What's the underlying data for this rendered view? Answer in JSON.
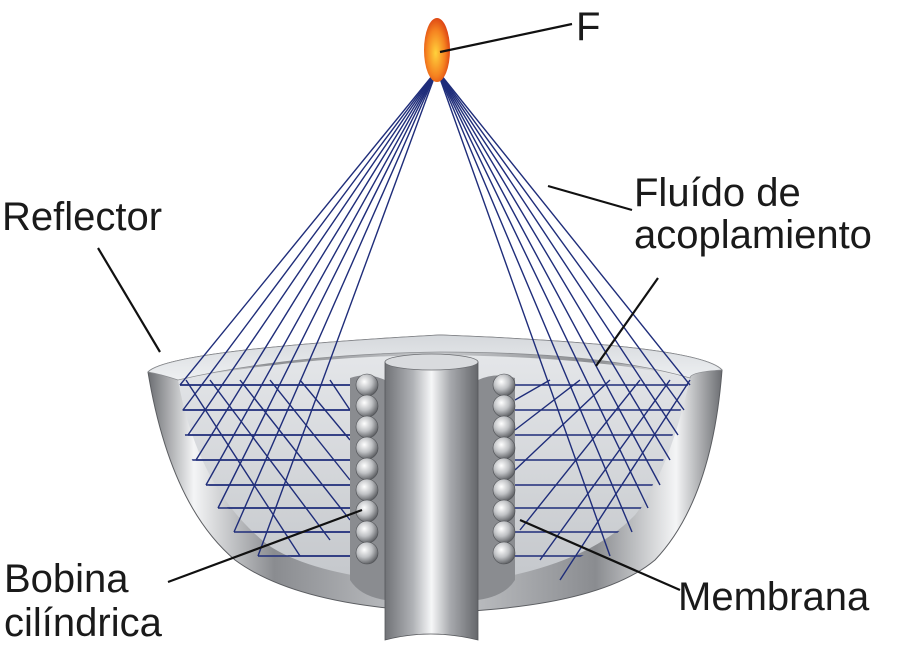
{
  "labels": {
    "focus": "F",
    "reflector": "Reflector",
    "fluid_line1": "Fluído de",
    "fluid_line2": "acoplamiento",
    "coil_line1": "Bobina",
    "coil_line2": "cilíndrica",
    "membrane": "Membrana"
  },
  "colors": {
    "ray": "#1f2d7a",
    "leader": "#111111",
    "focus_outer": "#e8461c",
    "focus_inner": "#ffcf3a",
    "text": "#1a1a1a"
  }
}
